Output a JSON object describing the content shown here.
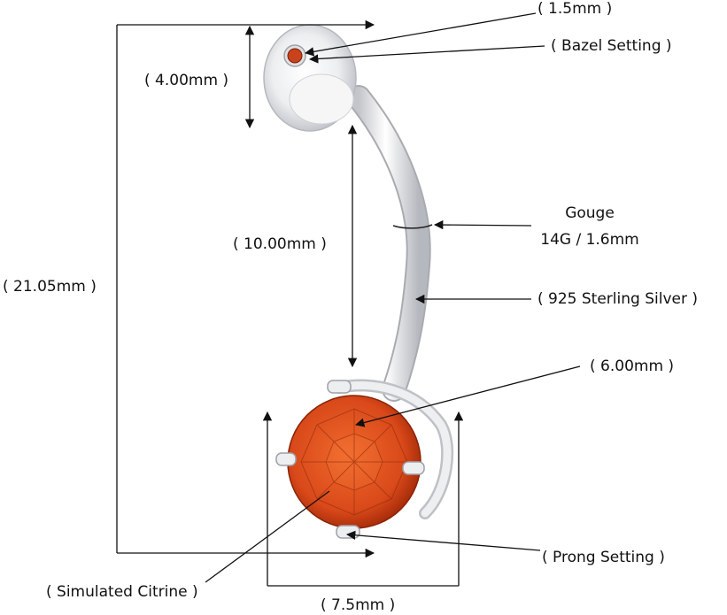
{
  "labels": {
    "stone_top_size": "( 1.5mm )",
    "bezel_setting": "( Bazel Setting )",
    "ball_size": "( 4.00mm )",
    "bar_length": "( 10.00mm )",
    "total_length": "( 21.05mm )",
    "gauge_title": "Gouge",
    "gauge_value": "14G / 1.6mm",
    "material": "( 925 Sterling Silver )",
    "gem_size": "( 6.00mm )",
    "prong_setting": "( Prong Setting )",
    "gem_name": "( Simulated Citrine )",
    "width": "( 7.5mm )"
  },
  "colors": {
    "ink": "#111111",
    "gem": "#e2521a",
    "gem_dark": "#a82a07",
    "metal": "#e8e8ea",
    "metal_edge": "#a9abb0"
  }
}
